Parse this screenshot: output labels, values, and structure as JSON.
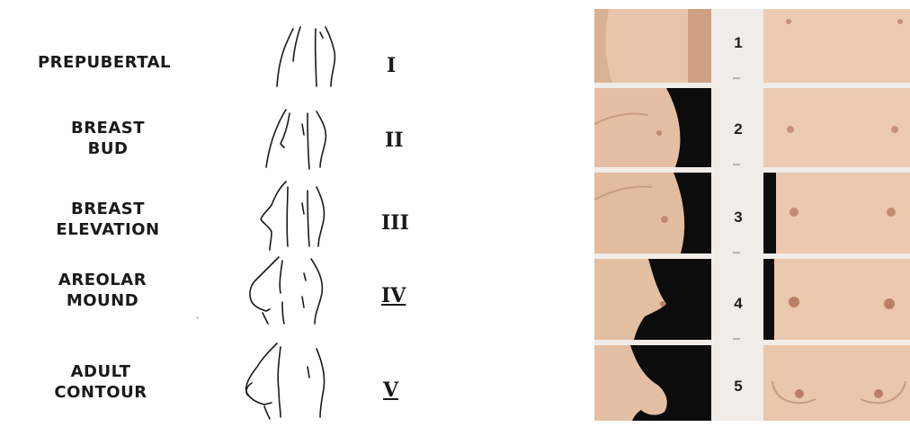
{
  "stages": [
    {
      "label_lines": [
        "PREPUBERTAL"
      ],
      "numeral": "I"
    },
    {
      "label_lines": [
        "BREAST",
        "BUD"
      ],
      "numeral": "II"
    },
    {
      "label_lines": [
        "BREAST",
        "ELEVATION"
      ],
      "numeral": "III"
    },
    {
      "label_lines": [
        "AREOLAR",
        "MOUND"
      ],
      "numeral": "IV"
    },
    {
      "label_lines": [
        "ADULT",
        "CONTOUR"
      ],
      "numeral": "V"
    }
  ],
  "photo_panel": {
    "stage_numbers": [
      "1",
      "2",
      "3",
      "4",
      "5"
    ]
  },
  "colors": {
    "skin": "#e7c2a6",
    "skin_shadow": "#c99c80",
    "background_strip": "#0c0c0c",
    "separator": "#f0ede9",
    "ink": "#1a1a1a"
  }
}
